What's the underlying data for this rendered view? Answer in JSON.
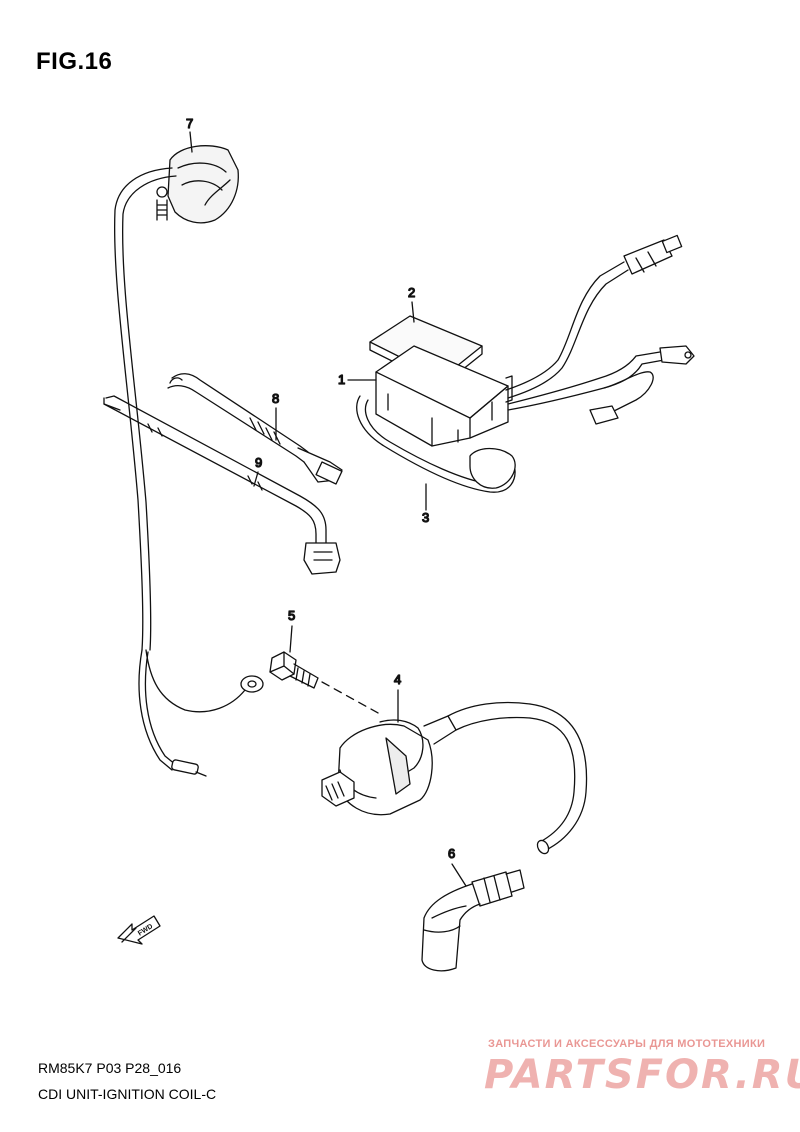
{
  "figure": {
    "title": "FIG.16",
    "model_code": "RM85K7 P03 P28_016",
    "section_name": "CDI UNIT-IGNITION COIL-C"
  },
  "callouts": [
    {
      "number": "1",
      "part": "cdi-unit"
    },
    {
      "number": "2",
      "part": "cushion-pad"
    },
    {
      "number": "3",
      "part": "rubber-band"
    },
    {
      "number": "4",
      "part": "ignition-coil"
    },
    {
      "number": "5",
      "part": "bolt"
    },
    {
      "number": "6",
      "part": "spark-plug-cap"
    },
    {
      "number": "7",
      "part": "stator-pickup-wiring"
    },
    {
      "number": "8",
      "part": "cable-clamp"
    },
    {
      "number": "9",
      "part": "cable-tie"
    }
  ],
  "direction_marker": {
    "text": "FWD",
    "icon": "forward-arrow-icon"
  },
  "watermark": {
    "tagline": "ЗАПЧАСТИ И АКСЕССУАРЫ ДЛЯ МОТОТЕХНИКИ",
    "logo": "PARTSFOR.RU"
  }
}
